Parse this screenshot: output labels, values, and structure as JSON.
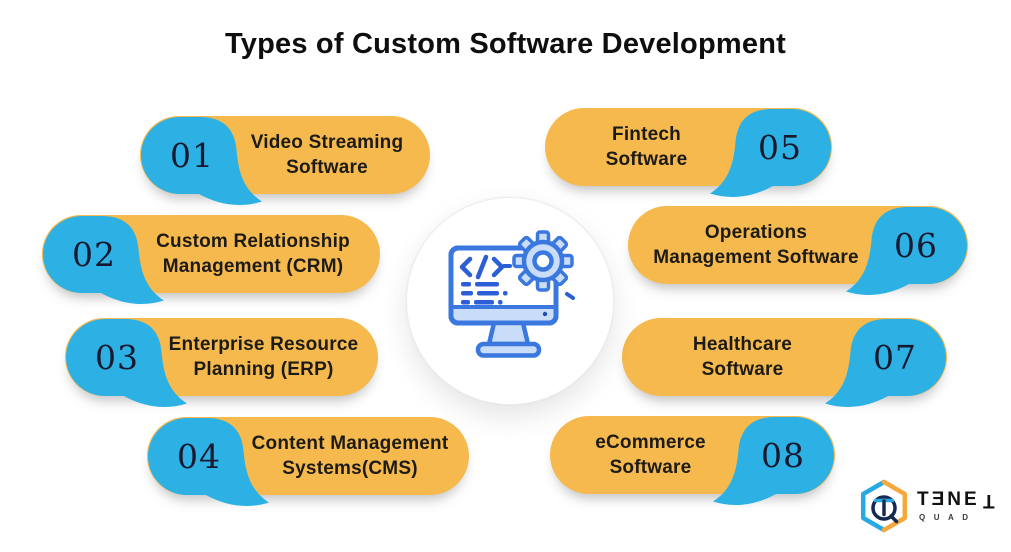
{
  "title": "Types of Custom Software Development",
  "colors": {
    "pill_orange": "#F5B94E",
    "blob_blue": "#2DB1E4",
    "number_text": "#18182e",
    "label_text": "#1d1b18",
    "icon_stroke_blue": "#3A78E0",
    "icon_fill_light_blue": "#C9DCF8",
    "icon_code_blue": "#2C5FD6",
    "logo_blue": "#29A9E1",
    "logo_orange": "#F6A83C",
    "logo_navy": "#152A52"
  },
  "items": [
    {
      "number": "01",
      "lines": [
        "Video Streaming",
        "Software"
      ],
      "side": "left"
    },
    {
      "number": "02",
      "lines": [
        "Custom Relationship",
        "Management (CRM)"
      ],
      "side": "left"
    },
    {
      "number": "03",
      "lines": [
        "Enterprise Resource",
        "Planning (ERP)"
      ],
      "side": "left"
    },
    {
      "number": "04",
      "lines": [
        "Content Management",
        "Systems(CMS)"
      ],
      "side": "left"
    },
    {
      "number": "05",
      "lines": [
        "Fintech",
        "Software"
      ],
      "side": "right"
    },
    {
      "number": "06",
      "lines": [
        "Operations",
        "Management Software"
      ],
      "side": "right"
    },
    {
      "number": "07",
      "lines": [
        "Healthcare",
        "Software"
      ],
      "side": "right"
    },
    {
      "number": "08",
      "lines": [
        "eCommerce",
        "Software"
      ],
      "side": "right"
    }
  ],
  "center_icon": "monitor-with-code-and-gear",
  "logo": {
    "brand": "TENET",
    "letters": [
      "T",
      "Ǝ",
      "N",
      "E",
      "T"
    ],
    "sub": "QUAD"
  }
}
